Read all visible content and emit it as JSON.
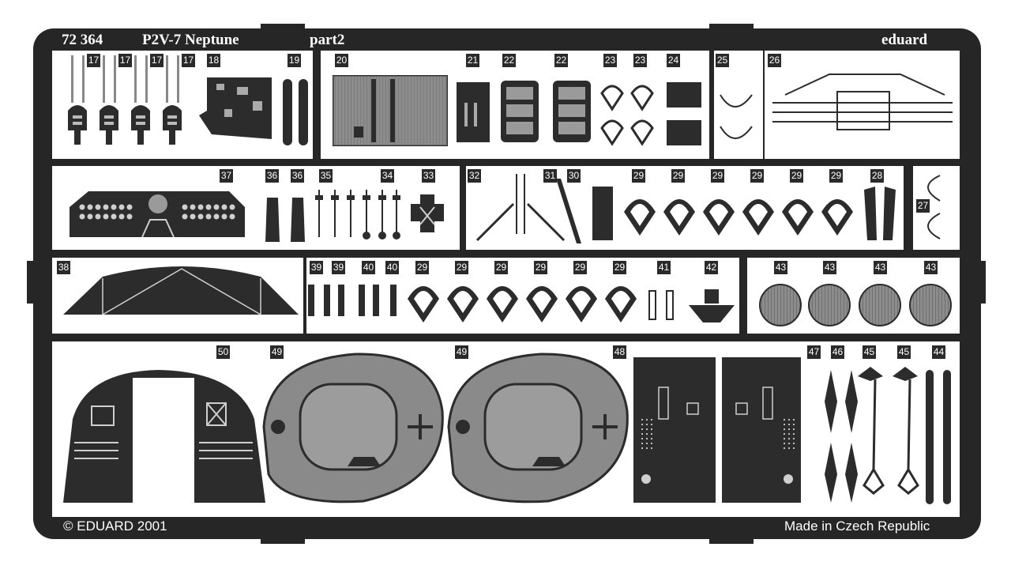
{
  "header": {
    "kit_code": "72 364",
    "kit_name": "P2V-7 Neptune",
    "kit_part": "part2",
    "brand": "eduard"
  },
  "footer": {
    "copyright": "© EDUARD 2001",
    "origin": "Made in Czech Republic"
  },
  "part_numbers": [
    "17",
    "17",
    "17",
    "17",
    "18",
    "19",
    "20",
    "21",
    "22",
    "22",
    "23",
    "23",
    "24",
    "25",
    "26",
    "37",
    "36",
    "36",
    "35",
    "34",
    "33",
    "32",
    "31",
    "30",
    "29",
    "29",
    "29",
    "29",
    "29",
    "29",
    "28",
    "27",
    "38",
    "39",
    "39",
    "40",
    "40",
    "29",
    "29",
    "29",
    "29",
    "29",
    "29",
    "41",
    "42",
    "43",
    "43",
    "43",
    "43",
    "50",
    "49",
    "49",
    "48",
    "47",
    "46",
    "45",
    "45",
    "44"
  ],
  "colors": {
    "fret": "#262626",
    "part": "#2c2c2c",
    "panel": "#ffffff",
    "screen": "#9a9a9a"
  }
}
